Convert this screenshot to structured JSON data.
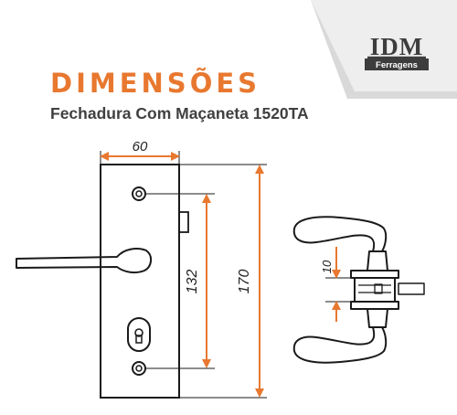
{
  "header": {
    "title": "DIMENSÕES",
    "subtitle": "Fechadura Com Maçaneta 1520TA"
  },
  "logo": {
    "brand": "IDM",
    "tagline": "Ferragens"
  },
  "dimensions": {
    "plate_width": "60",
    "hole_spacing": "132",
    "plate_height": "170",
    "thickness": "10"
  },
  "colors": {
    "accent": "#e8782f",
    "text": "#404040",
    "line": "#1a1a1a",
    "logo_dark": "#3d3d3d"
  }
}
